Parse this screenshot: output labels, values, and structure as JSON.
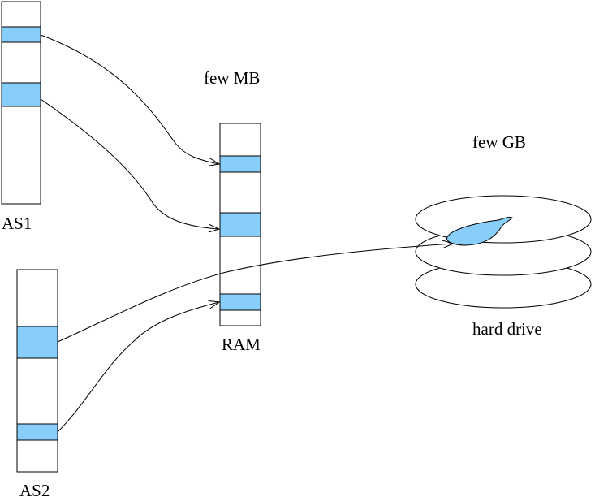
{
  "labels": {
    "as1": "AS1",
    "as2": "AS2",
    "ram": "RAM",
    "ram_size": "few MB",
    "disk_size": "few GB",
    "disk": "hard drive"
  },
  "colors": {
    "page_fill": "#87cefa",
    "outline": "#000000",
    "background": "#ffffff"
  },
  "components": [
    "as1-memory-column",
    "as2-memory-column",
    "ram-column",
    "hard-drive-icon"
  ],
  "mappings": [
    {
      "from": "as1-page-1",
      "to": "ram-page-1"
    },
    {
      "from": "as1-page-2",
      "to": "ram-page-2"
    },
    {
      "from": "as2-page-1",
      "to": "hard-drive-icon"
    },
    {
      "from": "as2-page-2",
      "to": "ram-page-3"
    }
  ]
}
